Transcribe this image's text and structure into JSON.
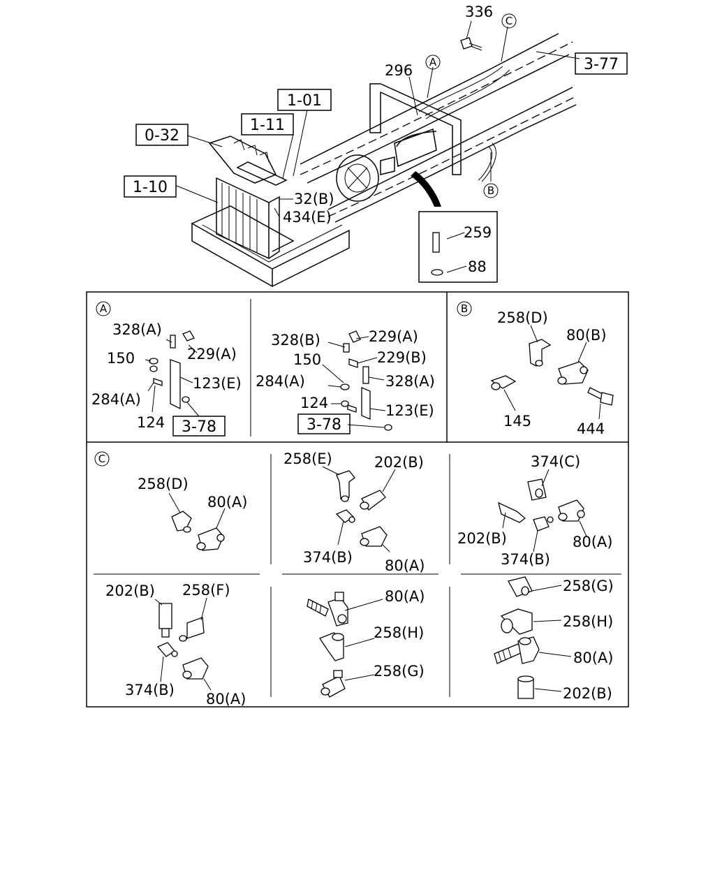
{
  "top": {
    "ref_boxes": [
      "3-77",
      "1-01",
      "1-11",
      "0-32",
      "1-10"
    ],
    "labels": [
      "336",
      "296",
      "32(B)",
      "434(E)"
    ],
    "circle_refs": [
      "A",
      "B",
      "C"
    ],
    "inset_labels": [
      "259",
      "88"
    ]
  },
  "panel_a": {
    "id": "A",
    "left": {
      "labels": [
        "328(A)",
        "229(A)",
        "150",
        "123(E)",
        "284(A)",
        "124"
      ],
      "ref_box": "3-78"
    },
    "right": {
      "labels": [
        "328(B)",
        "229(A)",
        "150",
        "229(B)",
        "284(A)",
        "328(A)",
        "124",
        "123(E)"
      ],
      "ref_box": "3-78"
    }
  },
  "panel_b": {
    "id": "B",
    "labels": [
      "258(D)",
      "80(B)",
      "145",
      "444"
    ]
  },
  "panel_c": {
    "id": "C",
    "cell1": [
      "258(D)",
      "80(A)"
    ],
    "cell2": [
      "258(E)",
      "202(B)",
      "374(B)",
      "80(A)"
    ],
    "cell3": [
      "374(C)",
      "202(B)",
      "374(B)",
      "80(A)"
    ],
    "cell4": [
      "202(B)",
      "258(F)",
      "374(B)",
      "80(A)"
    ],
    "cell5": [
      "80(A)",
      "258(H)",
      "258(G)"
    ],
    "cell6": [
      "258(G)",
      "258(H)",
      "80(A)",
      "202(B)"
    ]
  }
}
